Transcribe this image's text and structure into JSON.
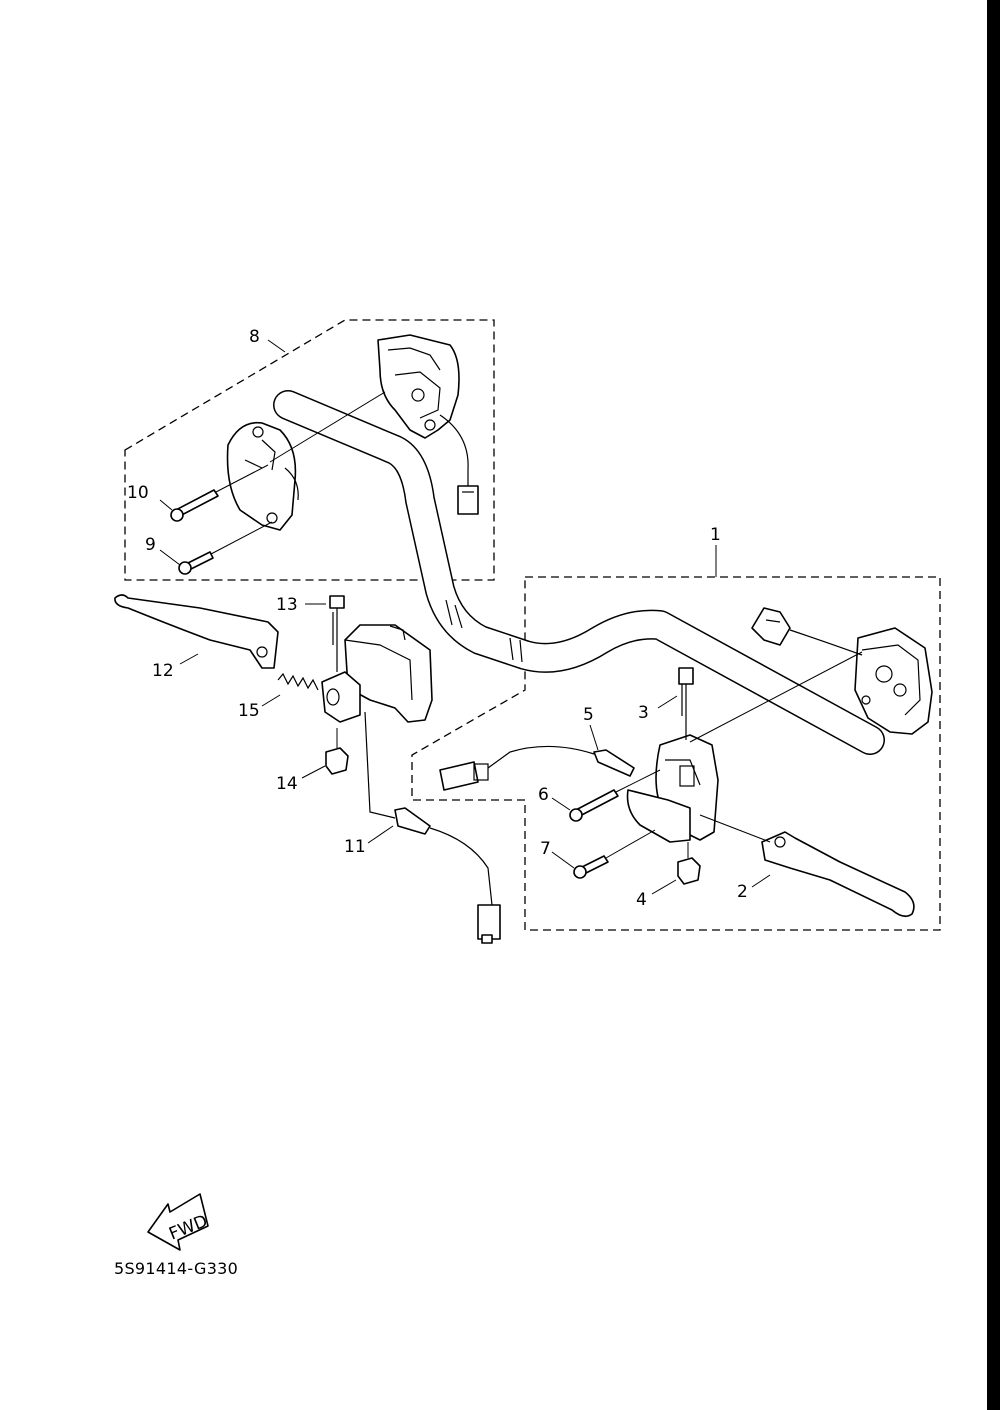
{
  "callouts": {
    "c1": "1",
    "c2": "2",
    "c3": "3",
    "c4": "4",
    "c5": "5",
    "c6": "6",
    "c7": "7",
    "c8": "8",
    "c9": "9",
    "c10": "10",
    "c11": "11",
    "c12": "12",
    "c13": "13",
    "c14": "14",
    "c15": "15"
  },
  "fwd_label": "FWD",
  "diagram_code": "5S91414-G330"
}
